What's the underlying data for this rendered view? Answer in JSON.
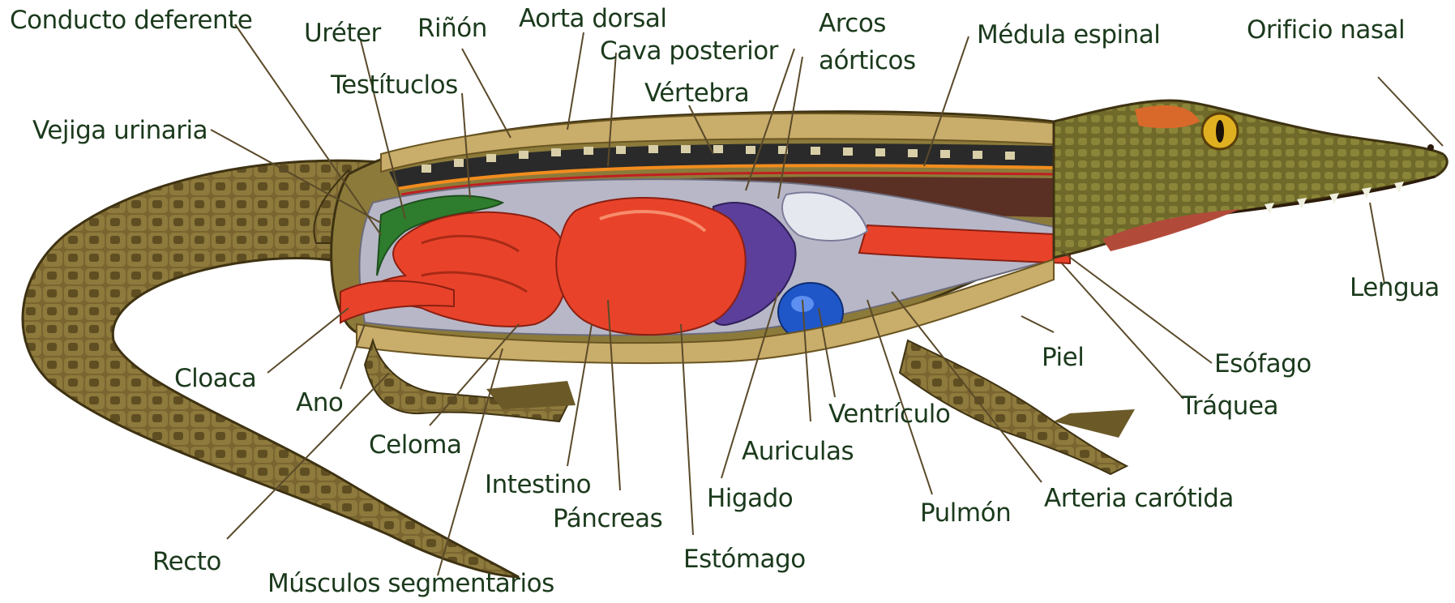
{
  "labels": {
    "conducto_deferente": "Conducto deferente",
    "ureter": "Uréter",
    "rinon": "Riñón",
    "aorta_dorsal": "Aorta dorsal",
    "arcos_line1": "Arcos",
    "arcos_line2": "aórticos",
    "cava_posterior": "Cava posterior",
    "medula_espinal": "Médula espinal",
    "orificio_nasal": "Orificio nasal",
    "testiculos": "Testítuclos",
    "vertebra": "Vértebra",
    "vejiga_urinaria": "Vejiga urinaria",
    "lengua": "Lengua",
    "piel": "Piel",
    "esofago": "Esófago",
    "traquea": "Tráquea",
    "cloaca": "Cloaca",
    "ano": "Ano",
    "celoma": "Celoma",
    "intestino": "Intestino",
    "pancreas": "Páncreas",
    "estomago": "Estómago",
    "higado": "Higado",
    "auriculas": "Auriculas",
    "ventriculo": "Ventrículo",
    "pulmon": "Pulmón",
    "arteria_carotida": "Arteria carótida",
    "recto": "Recto",
    "musculos_segmentarios": "Músculos segmentarios"
  },
  "colors": {
    "label_text": "#1b3a1c",
    "leader_line": "#5a4a2a",
    "skin": "#7a6530",
    "skin_dark": "#4b3d1a",
    "organs_red": "#e8432a",
    "heart_blue": "#1f57c9",
    "liver_purple": "#5b3f9a",
    "kidney_green": "#2e7d2e",
    "coelom_gray": "#b7b7c8",
    "eye_yellow": "#e0b020"
  }
}
